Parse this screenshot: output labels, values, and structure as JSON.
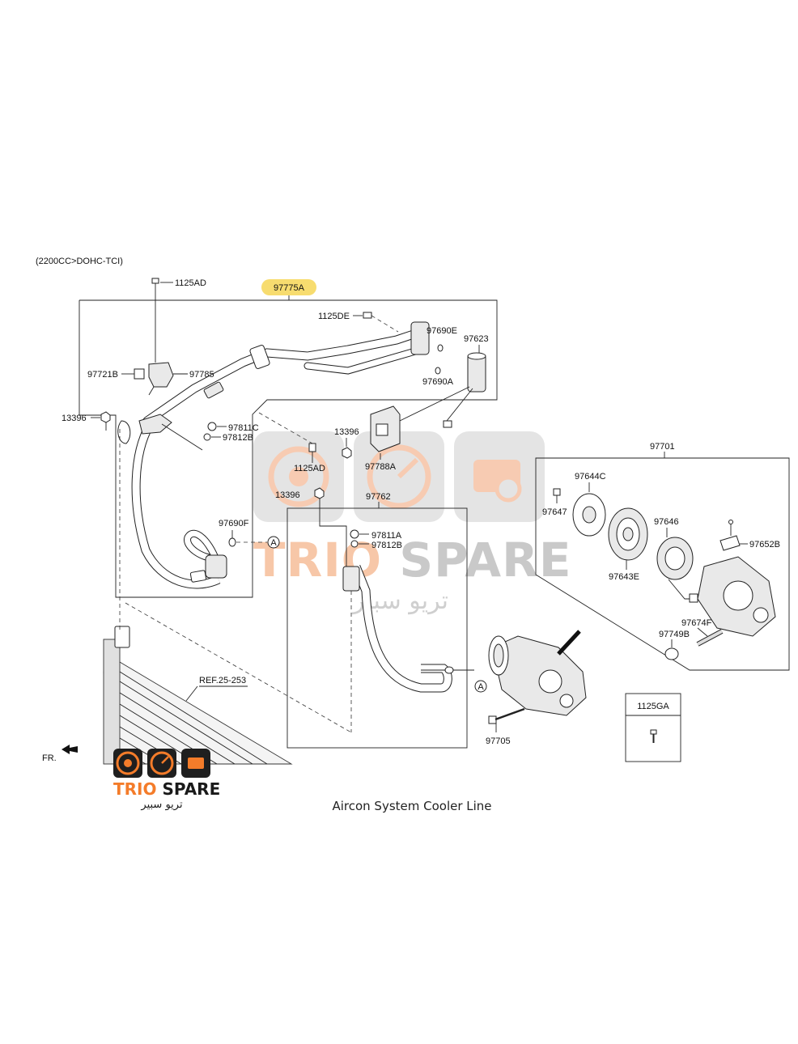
{
  "header": {
    "engine_note": "(2200CC>DOHC-TCI)"
  },
  "highlight": {
    "part_no": "97775A",
    "color": "#f7dc6f"
  },
  "labels": {
    "l1125AD_top": "1125AD",
    "l1125DE": "1125DE",
    "l97690E": "97690E",
    "l97623": "97623",
    "l97690A": "97690A",
    "l97721B": "97721B",
    "l97785": "97785",
    "l13396_a": "13396",
    "l97811C": "97811C",
    "l97812B_a": "97812B",
    "l13396_b": "13396",
    "l97788A": "97788A",
    "l1125AD_mid": "1125AD",
    "l13396_c": "13396",
    "l97762": "97762",
    "l97811A": "97811A",
    "l97812B_b": "97812B",
    "l97690F": "97690F",
    "l97701": "97701",
    "l97644C": "97644C",
    "l97647": "97647",
    "l97646": "97646",
    "l97652B": "97652B",
    "l97643E": "97643E",
    "l97674F": "97674F",
    "l97749B": "97749B",
    "lREF": "REF.25-253",
    "l97705": "97705",
    "l1125GA": "1125GA",
    "lFR": "FR.",
    "circleA1": "A",
    "circleA2": "A"
  },
  "watermark": {
    "brand": "TRIO SPARE",
    "brand_arabic": "تريو سبير",
    "trio_color": "#f29b62",
    "spare_color": "#9e9e9e"
  },
  "logo": {
    "brand": "TRIO SPARE",
    "brand_arabic": "تريو سبير",
    "trio_color": "#f47c2a",
    "spare_color": "#1a1a1a"
  },
  "caption": "Aircon System Cooler Line"
}
